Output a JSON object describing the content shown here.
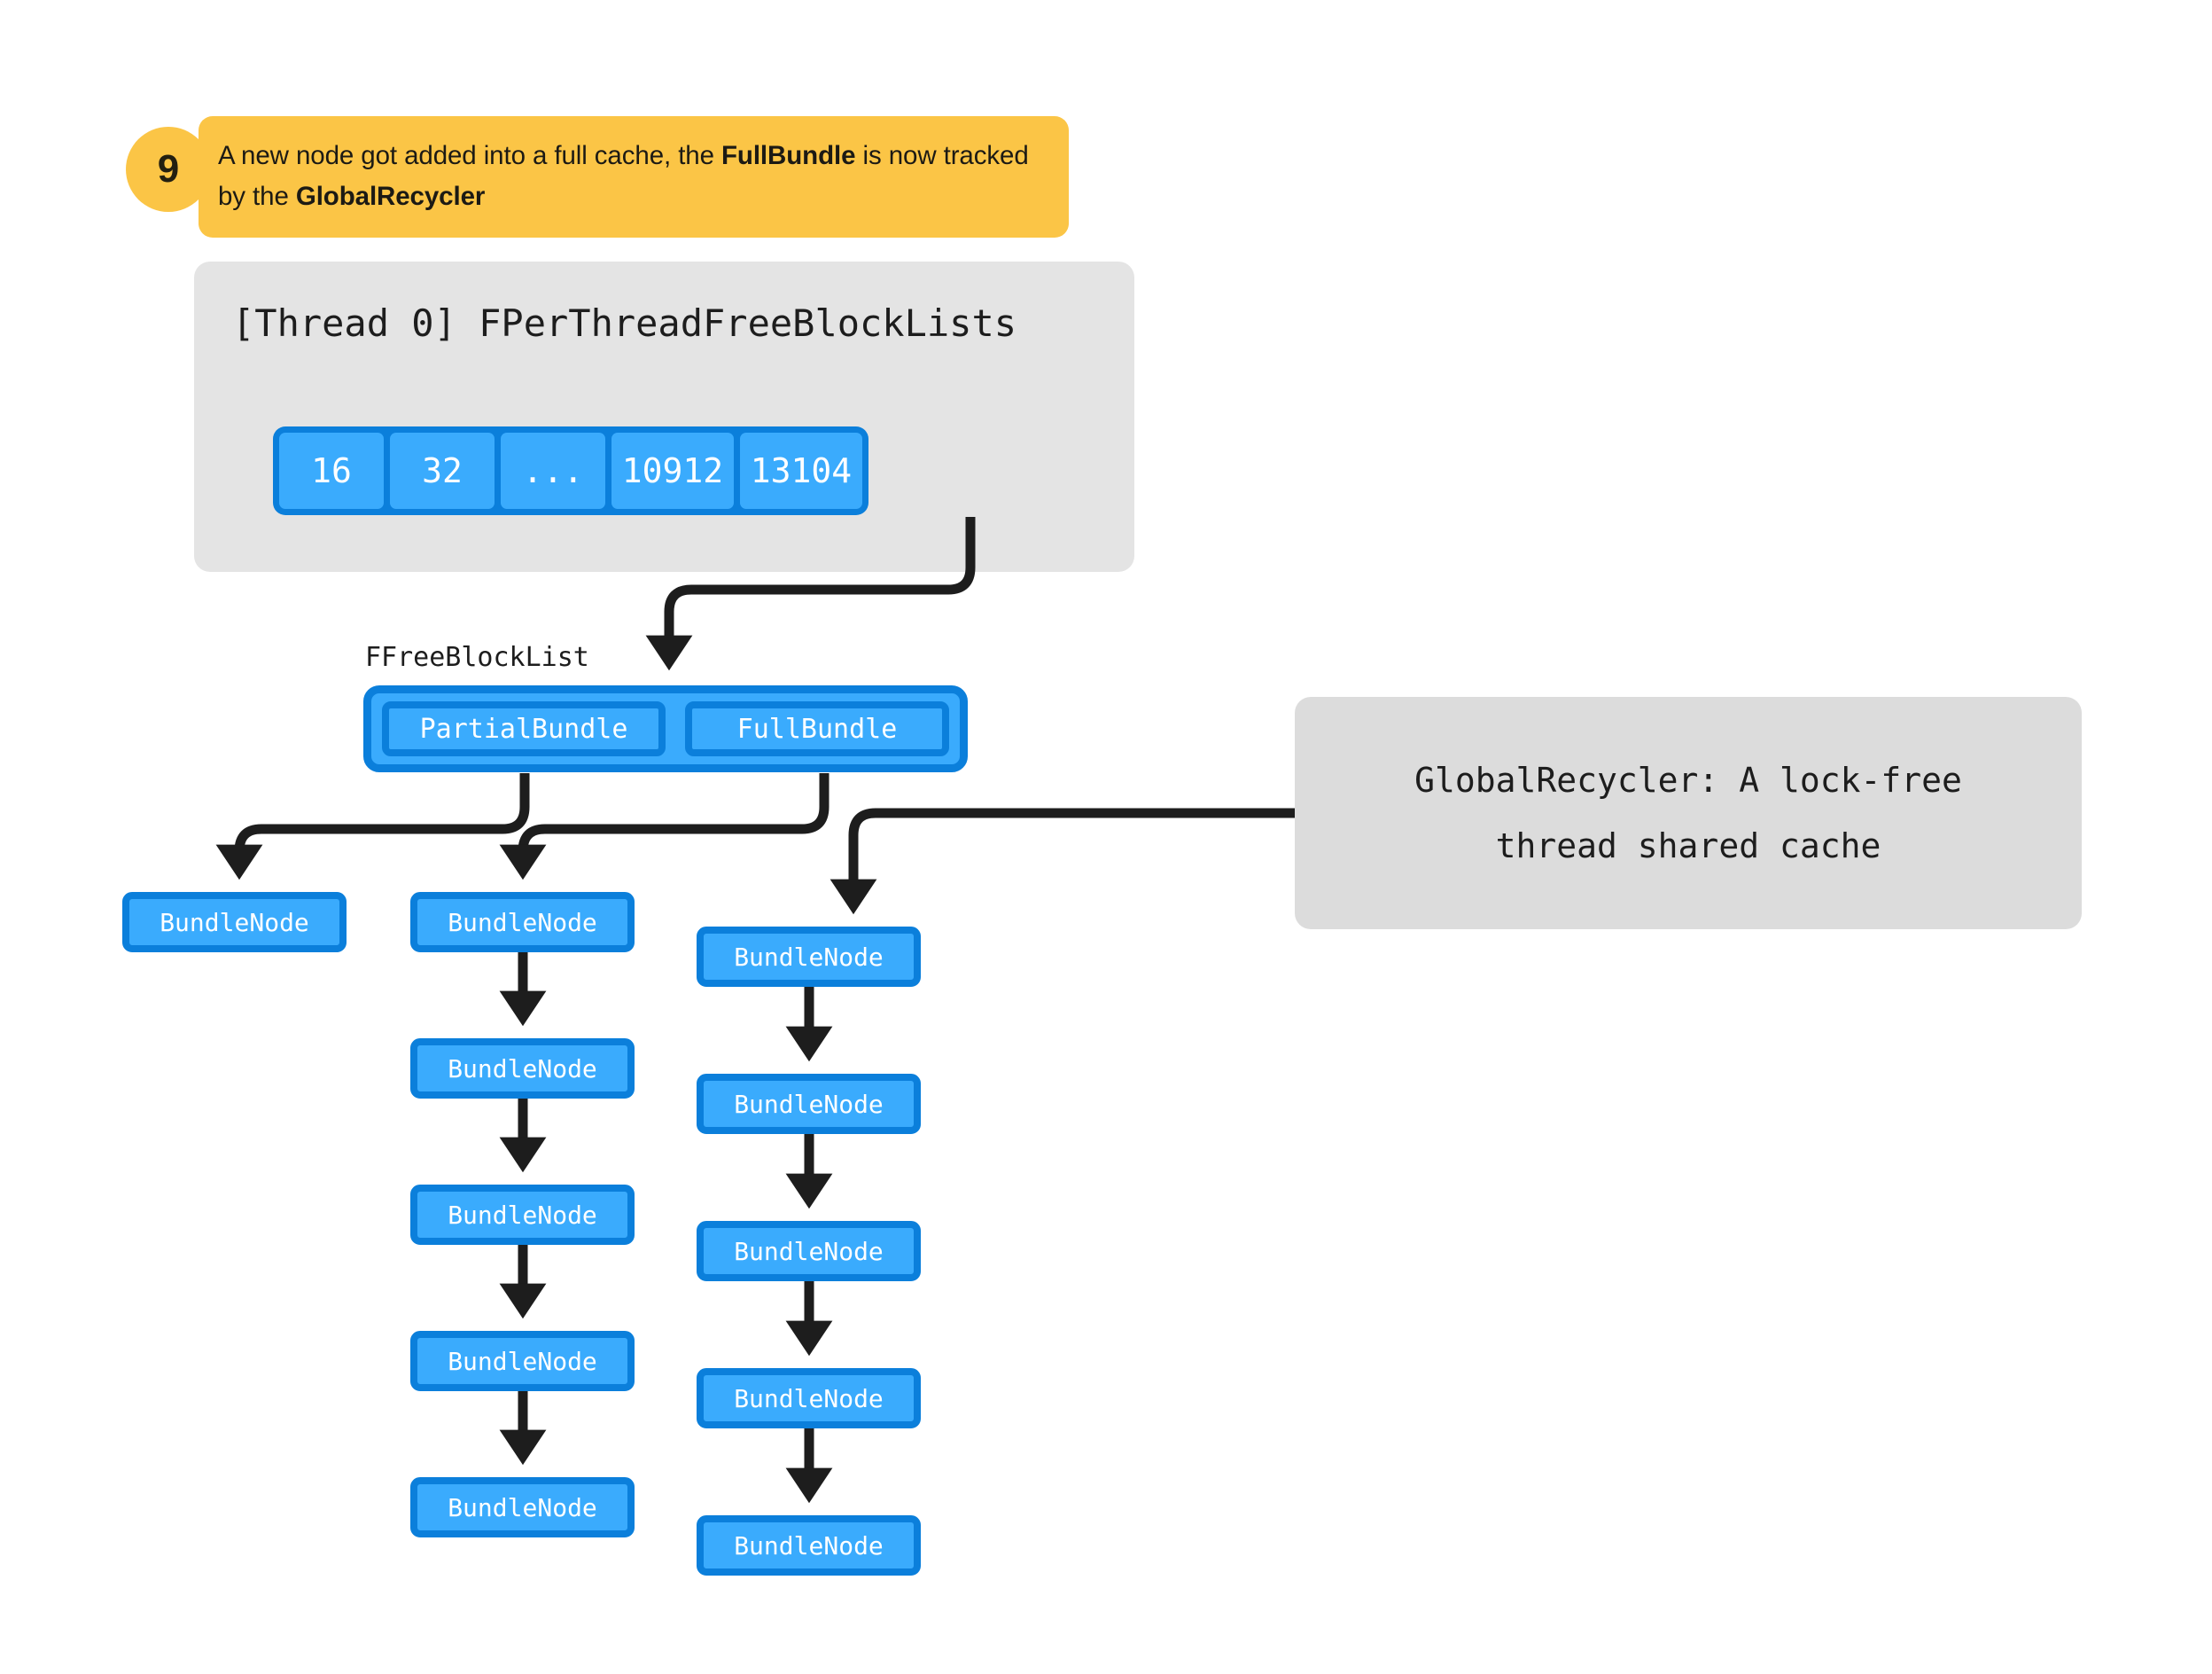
{
  "callout": {
    "number": "9",
    "text_part1": "A new node got added into a full cache, the ",
    "bold1": "FullBundle",
    "text_part2": " is now tracked by the ",
    "bold2": "GlobalRecycler"
  },
  "thread_panel": {
    "title": "[Thread 0] FPerThreadFreeBlockLists",
    "cells": [
      "16",
      "32",
      "...",
      "10912",
      "13104"
    ]
  },
  "free_block_list": {
    "label": "FFreeBlockList",
    "partial_bundle": "PartialBundle",
    "full_bundle": "FullBundle"
  },
  "recycler": {
    "line1": "GlobalRecycler: A lock-free",
    "line2": "thread shared cache"
  },
  "node_label": "BundleNode",
  "chains": {
    "partial_head": [
      "BundleNode"
    ],
    "partial_list": [
      "BundleNode",
      "BundleNode",
      "BundleNode",
      "BundleNode",
      "BundleNode"
    ],
    "full_list": [
      "BundleNode",
      "BundleNode",
      "BundleNode",
      "BundleNode",
      "BundleNode"
    ]
  },
  "colors": {
    "accent_blue_fill": "#3aabfd",
    "accent_blue_border": "#0b7fdb",
    "callout_yellow": "#fbc546",
    "panel_gray": "#e4e4e4",
    "note_gray": "#dcdcdc",
    "arrow_black": "#1d1d1d"
  }
}
